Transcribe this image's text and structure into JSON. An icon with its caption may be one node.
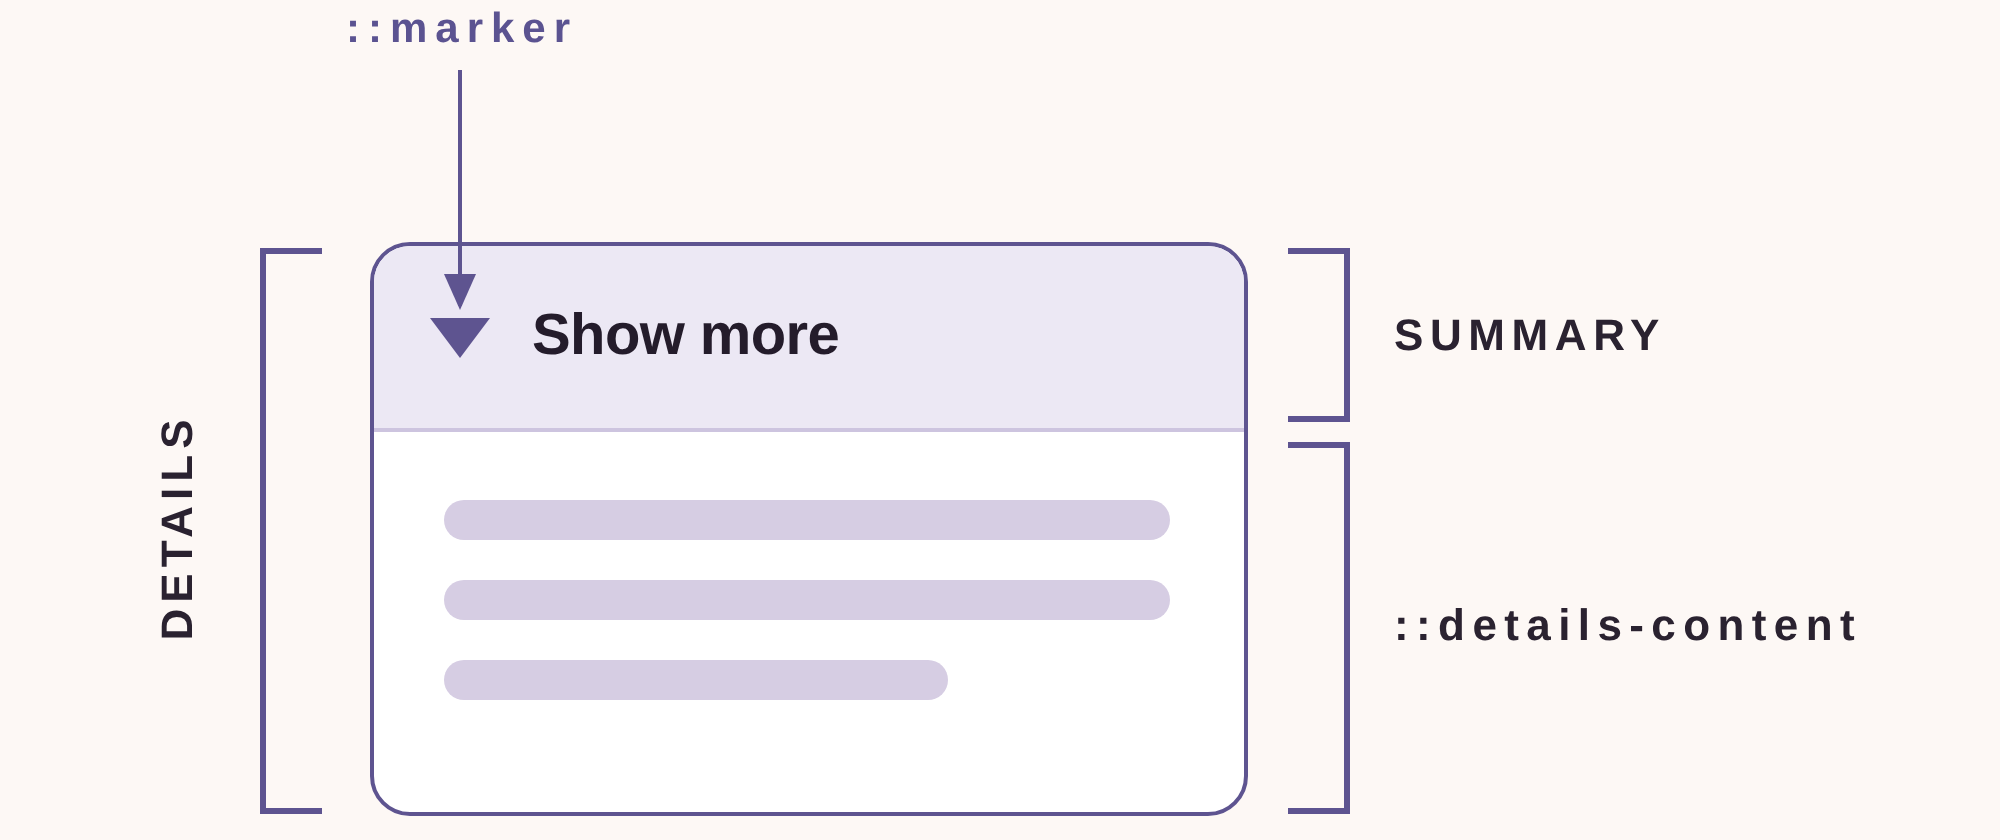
{
  "diagram": {
    "nodes": [
      {
        "text": [
          "::marker"
        ]
      },
      {
        "text": [],
        "shape": "box"
      },
      {
        "text": [
          "Show more"
        ],
        "in": 1
      },
      {
        "text": [],
        "shape": "triangle",
        "in": 2
      }
    ],
    "edges": [
      {
        "from": 0,
        "to": 3,
        "arrow": "to"
      }
    ],
    "labels": [
      "DETAILS",
      "SUMMARY",
      "::details-content"
    ]
  }
}
